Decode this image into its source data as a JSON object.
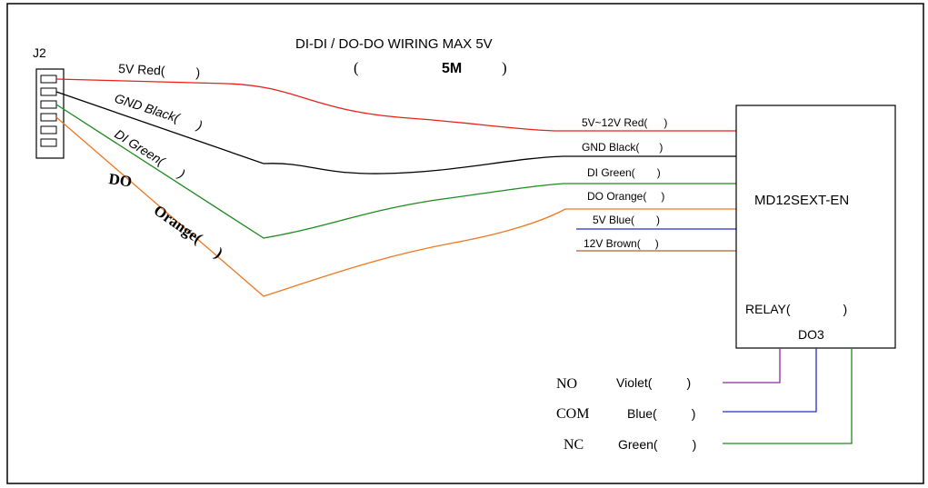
{
  "title": {
    "line1": "DI-DI / DO-DO WIRING MAX 5V",
    "line2_open": "(",
    "line2_value": "5M",
    "line2_close": ")"
  },
  "connector": {
    "label": "J2"
  },
  "left_wires": [
    {
      "label": "5V Red(",
      "close": ")",
      "color": "#e8201c"
    },
    {
      "label": "GND Black(",
      "close": ")",
      "color": "#000000"
    },
    {
      "label": "DI Green(",
      "close": ")",
      "color": "#1e8a1e"
    },
    {
      "label": "DO Orange(",
      "close": ")",
      "color": "#f07820"
    }
  ],
  "left_emphasis": {
    "do": "DO",
    "orange": "Orange(",
    "close": ")"
  },
  "module": {
    "name": "MD12SEXT-EN",
    "relay": "RELAY(",
    "relay_close": ")",
    "relay_sub": "DO3"
  },
  "module_wires": [
    {
      "label": "5V~12V Red(",
      "close": ")",
      "color": "#e8201c"
    },
    {
      "label": "GND Black(",
      "close": ")",
      "color": "#000000"
    },
    {
      "label": "DI Green(",
      "close": ")",
      "color": "#1e8a1e"
    },
    {
      "label": "DO Orange(",
      "close": ")",
      "color": "#f07820"
    },
    {
      "label": "5V Blue(",
      "close": ")",
      "color": "#2030c0"
    },
    {
      "label": "12V Brown(",
      "close": ")",
      "color": "#b06030"
    }
  ],
  "relay_wires": [
    {
      "pin": "NO",
      "label": "Violet(",
      "close": ")",
      "color": "#8a2a9a"
    },
    {
      "pin": "COM",
      "label": "Blue(",
      "close": ")",
      "color": "#2030c0"
    },
    {
      "pin": "NC",
      "label": "Green(",
      "close": ")",
      "color": "#1e8a1e"
    }
  ]
}
